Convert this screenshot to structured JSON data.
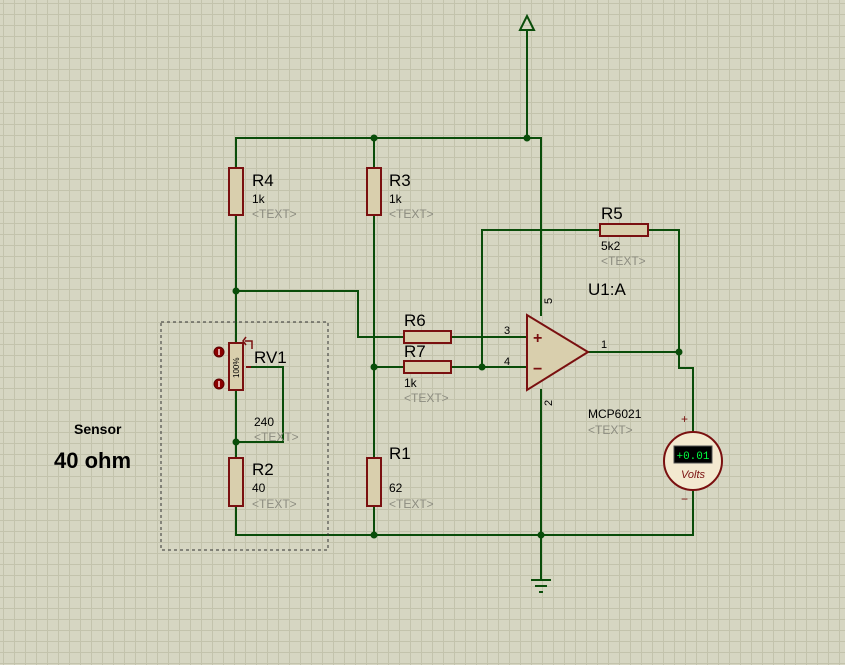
{
  "sensor": {
    "title": "Sensor",
    "value": "40 ohm"
  },
  "placeholder": "<TEXT>",
  "resistors": {
    "r1": {
      "name": "R1",
      "value": "62"
    },
    "r2": {
      "name": "R2",
      "value": "40"
    },
    "r3": {
      "name": "R3",
      "value": "1k"
    },
    "r4": {
      "name": "R4",
      "value": "1k"
    },
    "r5": {
      "name": "R5",
      "value": "5k2"
    },
    "r6": {
      "name": "R6"
    },
    "r7": {
      "name": "R7",
      "value": "1k"
    }
  },
  "potentiometer": {
    "name": "RV1",
    "value": "240",
    "percent": "100%"
  },
  "opamp": {
    "name": "U1:A",
    "part": "MCP6021",
    "pins": {
      "noninv": "3",
      "inv": "4",
      "vpos": "5",
      "vneg": "2",
      "out": "1"
    },
    "plus": "+",
    "minus": "−"
  },
  "voltmeter": {
    "reading": "+0.01",
    "unit": "Volts",
    "plus": "+",
    "minus": "−"
  },
  "colors": {
    "wire": "#0a4d0a",
    "component": "#7a1010",
    "background": "#d6d6c2",
    "display": "#00ff40"
  }
}
